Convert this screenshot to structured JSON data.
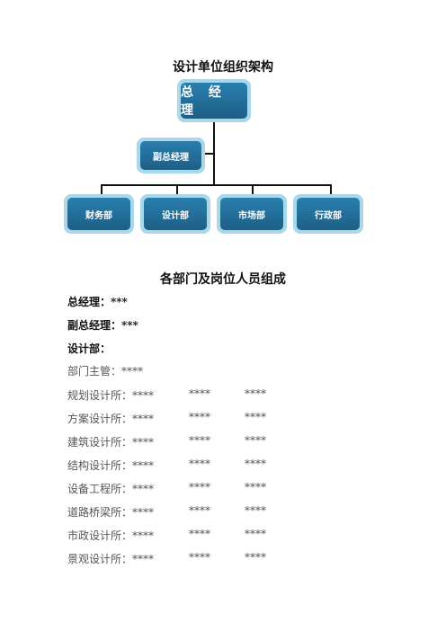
{
  "chart_title": "设计单位组织架构",
  "org": {
    "ceo": "总 经 理",
    "deputy": "副总经理",
    "departments": [
      "财务部",
      "设计部",
      "市场部",
      "行政部"
    ]
  },
  "section_title": "各部门及岗位人员组成",
  "lines": {
    "gm": "总经理：***",
    "deputy_gm": "副总经理：***",
    "design_dept": "设计部：",
    "dept_head": "部门主管：****"
  },
  "roles": [
    {
      "label": "规划设计所：****",
      "c2": "****",
      "c3": "****"
    },
    {
      "label": "方案设计所：****",
      "c2": "****",
      "c3": "****"
    },
    {
      "label": "建筑设计所：****",
      "c2": "****",
      "c3": "****"
    },
    {
      "label": "结构设计所：****",
      "c2": "****",
      "c3": "****"
    },
    {
      "label": "设备工程所：****",
      "c2": "****",
      "c3": "****"
    },
    {
      "label": "道路桥梁所：****",
      "c2": "****",
      "c3": "****"
    },
    {
      "label": "市政设计所：****",
      "c2": "****",
      "c3": "****"
    },
    {
      "label": "景观设计所：****",
      "c2": "****",
      "c3": "****"
    }
  ],
  "colors": {
    "node_fill": "#1d5f86",
    "node_border": "#a8d8ea"
  }
}
